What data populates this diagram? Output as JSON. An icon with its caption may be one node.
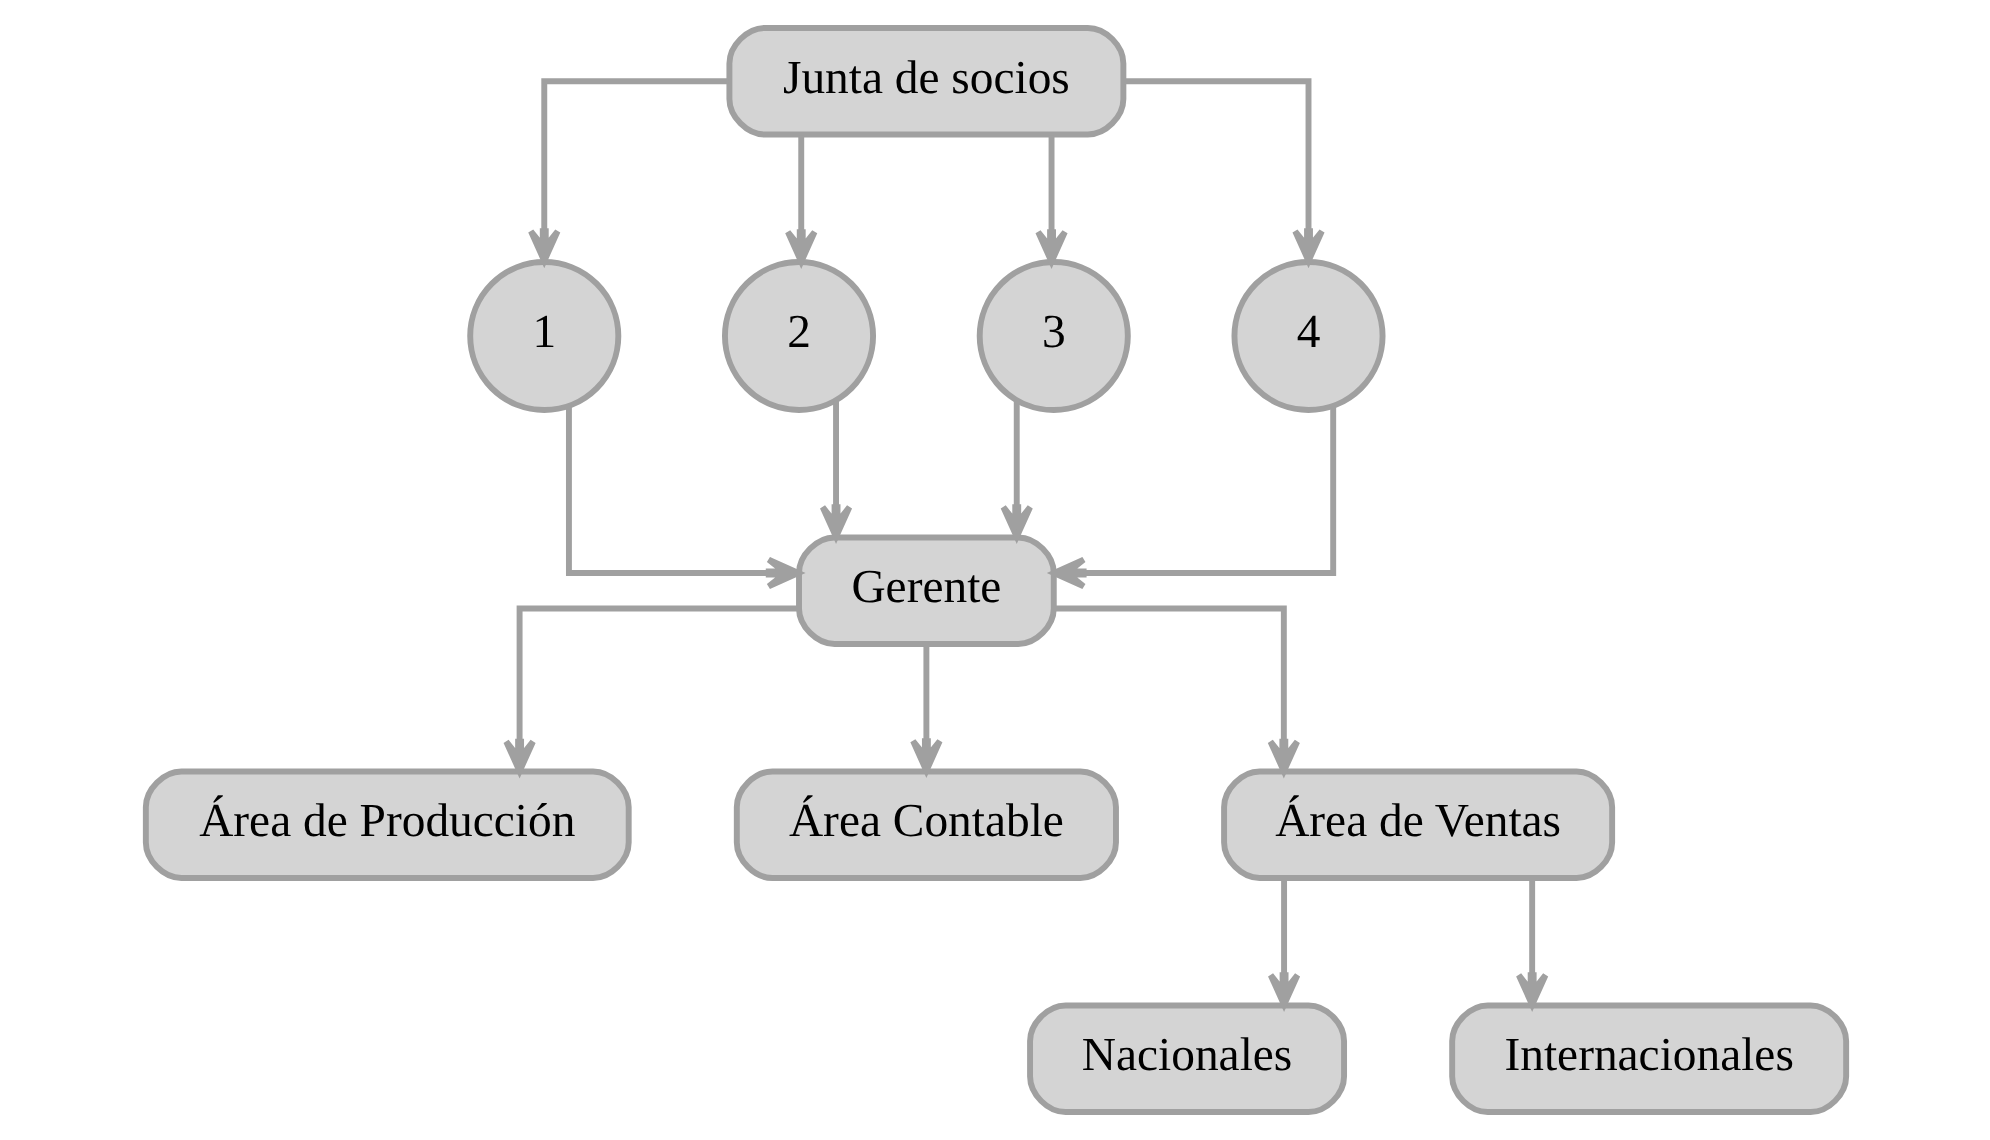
{
  "diagram": {
    "nodes": [
      {
        "text": [
          "Junta de socios"
        ]
      },
      {
        "text": [
          "1"
        ]
      },
      {
        "text": [
          "2"
        ]
      },
      {
        "text": [
          "3"
        ]
      },
      {
        "text": [
          "4"
        ]
      },
      {
        "text": [
          "Gerente"
        ]
      },
      {
        "text": [
          "Área de Producción"
        ]
      },
      {
        "text": [
          "Área Contable"
        ]
      },
      {
        "text": [
          "Área de Ventas"
        ]
      },
      {
        "text": [
          "Nacionales"
        ]
      },
      {
        "text": [
          "Internacionales"
        ]
      }
    ],
    "edges": [
      {
        "from": 0,
        "to": 1,
        "arrow": "to"
      },
      {
        "from": 0,
        "to": 2,
        "arrow": "to"
      },
      {
        "from": 0,
        "to": 3,
        "arrow": "to"
      },
      {
        "from": 0,
        "to": 4,
        "arrow": "to"
      },
      {
        "from": 1,
        "to": 5,
        "arrow": "to"
      },
      {
        "from": 2,
        "to": 5,
        "arrow": "to"
      },
      {
        "from": 3,
        "to": 5,
        "arrow": "to"
      },
      {
        "from": 4,
        "to": 5,
        "arrow": "to"
      },
      {
        "from": 5,
        "to": 6,
        "arrow": "to"
      },
      {
        "from": 5,
        "to": 7,
        "arrow": "to"
      },
      {
        "from": 5,
        "to": 8,
        "arrow": "to"
      },
      {
        "from": 8,
        "to": 9,
        "arrow": "to"
      },
      {
        "from": 8,
        "to": 10,
        "arrow": "to"
      }
    ]
  }
}
